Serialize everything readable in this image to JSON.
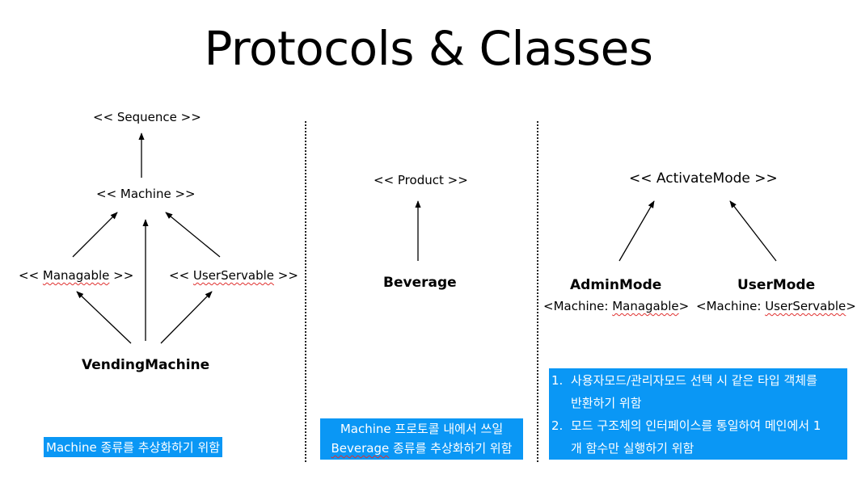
{
  "title": "Protocols & Classes",
  "left": {
    "sequence": "<< Sequence >>",
    "machine": "<< Machine >>",
    "managable_open": "<< ",
    "managable_name": "Managable",
    "managable_close": " >>",
    "userservable_open": "<< ",
    "userservable_name": "UserServable",
    "userservable_close": " >>",
    "vending": "VendingMachine",
    "note": "Machine 종류를 추상화하기 위함"
  },
  "middle": {
    "product": "<< Product >>",
    "beverage": "Beverage",
    "note_line1": "Machine 프로토콜 내에서 쓰일",
    "note_line2_a": "Beverage",
    "note_line2_b": " 종류를 추상화하기 위함"
  },
  "right": {
    "activate": "<< ActivateMode >>",
    "admin": "AdminMode",
    "admin_sub_a": "<Machine: ",
    "admin_sub_b": "Managable",
    "admin_sub_c": ">",
    "user": "UserMode",
    "user_sub_a": "<Machine: ",
    "user_sub_b": "UserServable",
    "user_sub_c": ">",
    "notes": [
      {
        "num": "1.",
        "line1": "사용자모드/관리자모드 선택 시 같은 타입 객체를",
        "line2": "반환하기 위함"
      },
      {
        "num": "2.",
        "line1": "모드 구조체의 인터페이스를 통일하여 메인에서 1",
        "line2": "개 함수만 실행하기 위함"
      }
    ]
  }
}
